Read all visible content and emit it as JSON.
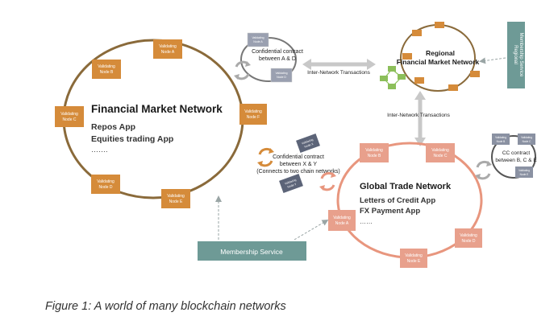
{
  "financial_network": {
    "title": "Financial Market Network",
    "apps": [
      "Repos App",
      "Equities trading App",
      "……."
    ],
    "nodes": [
      "Validating Node A",
      "Validating Node B",
      "Validating Node C",
      "Validating Node D",
      "Validating Node E",
      "Validating Node F"
    ]
  },
  "regional_network": {
    "title_line1": "Regional",
    "title_line2": "Financial Market Network"
  },
  "global_network": {
    "title": "Global Trade Network",
    "apps": [
      "Letters of Credit App",
      "FX Payment App",
      "……"
    ],
    "nodes": [
      "Validating Node A",
      "Validating Node B",
      "Validating Node C",
      "Validating Node D",
      "Validating Node E"
    ]
  },
  "contracts": {
    "ad": {
      "line1": "Confidential contract",
      "line2": "between A & D",
      "node_a": "Validating Node A",
      "node_d": "Validating Node D"
    },
    "xy": {
      "line1": "Confidential contract",
      "line2": "between X & Y",
      "line3": "(Connects to two chain networks)",
      "node_x": "Validating Node X",
      "node_y": "Validating Node Y"
    },
    "cc": {
      "line1": "CC contract",
      "line2": "between B, C & E",
      "node_b": "Validating Node B",
      "node_c": "Validating Node C",
      "node_e": "Validating Node E"
    }
  },
  "inter_network": {
    "label_1": "Inter-Network Transactions",
    "label_2": "Inter-Network Transactions"
  },
  "services": {
    "membership": "Membership Service",
    "regional_membership_line1": "Regional",
    "regional_membership_line2": "Membership Service"
  },
  "caption": "Figure 1: A world of many blockchain networks",
  "colors": {
    "financial_ring": "#8a6a3a",
    "financial_node": "#d58b3a",
    "global_ring": "#e8967e",
    "global_node": "#e8a08c",
    "membership_box": "#6e9a96",
    "arrow_gray": "#c8c8c8",
    "green_node": "#8cbf5a",
    "contract_node": "#6b7487"
  }
}
